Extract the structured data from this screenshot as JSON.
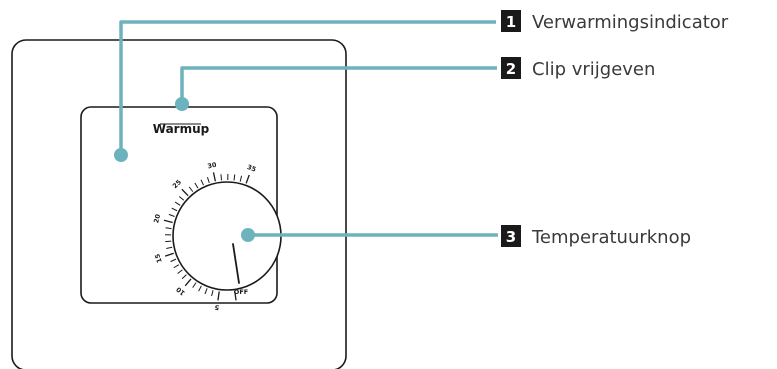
{
  "brand": "Warmup",
  "callouts": [
    {
      "number": "1",
      "label": "Verwarmingsindicator"
    },
    {
      "number": "2",
      "label": "Clip vrijgeven"
    },
    {
      "number": "3",
      "label": "Temperatuurknop"
    }
  ],
  "dial": {
    "scale_labels": [
      "5",
      "10",
      "15",
      "20",
      "25",
      "30",
      "35"
    ],
    "off_label": "OFF"
  },
  "colors": {
    "leader_line": "#6db3bd",
    "badge": "#1a1a1a",
    "outline": "#1a1a1a"
  }
}
